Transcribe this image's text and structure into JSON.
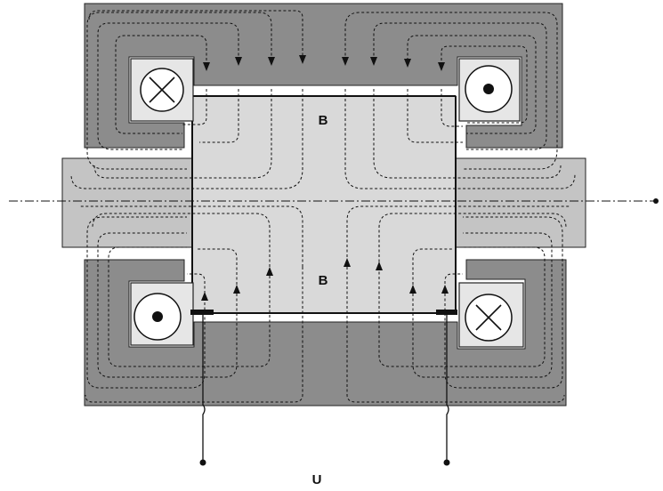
{
  "labels": {
    "flux_upper": "B",
    "flux_lower": "B",
    "voltage": "U"
  },
  "coils": [
    {
      "position": "top-left",
      "current": "into-page"
    },
    {
      "position": "top-right",
      "current": "out-of-page"
    },
    {
      "position": "bottom-left",
      "current": "out-of-page"
    },
    {
      "position": "bottom-right",
      "current": "into-page"
    }
  ],
  "colors": {
    "stator_iron": "#8c8c8c",
    "gap_region": "#d9d9d9",
    "shaft": "#c4c4c4",
    "lines": "#111111"
  }
}
